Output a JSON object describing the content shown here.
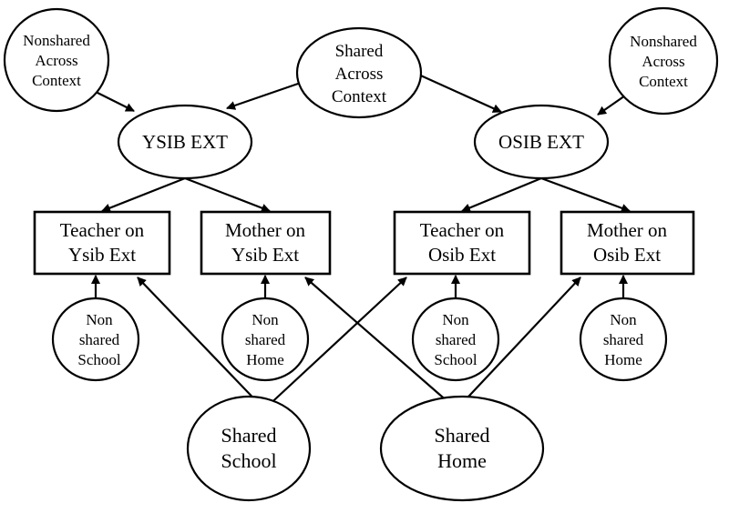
{
  "diagram": {
    "nodes": {
      "nonshared_across_left": {
        "lines": [
          "Nonshared",
          "Across",
          "Context"
        ]
      },
      "shared_across": {
        "lines": [
          "Shared",
          "Across",
          "Context"
        ]
      },
      "nonshared_across_right": {
        "lines": [
          "Nonshared",
          "Across",
          "Context"
        ]
      },
      "ysib_ext": {
        "lines": [
          "YSIB EXT"
        ]
      },
      "osib_ext": {
        "lines": [
          "OSIB EXT"
        ]
      },
      "teacher_ysib": {
        "lines": [
          "Teacher on",
          "Ysib Ext"
        ]
      },
      "mother_ysib": {
        "lines": [
          "Mother on",
          "Ysib Ext"
        ]
      },
      "teacher_osib": {
        "lines": [
          "Teacher on",
          "Osib Ext"
        ]
      },
      "mother_osib": {
        "lines": [
          "Mother on",
          "Osib Ext"
        ]
      },
      "nonshared_school_1": {
        "lines": [
          "Non",
          "shared",
          "School"
        ]
      },
      "nonshared_home_1": {
        "lines": [
          "Non",
          "shared",
          "Home"
        ]
      },
      "nonshared_school_2": {
        "lines": [
          "Non",
          "shared",
          "School"
        ]
      },
      "nonshared_home_2": {
        "lines": [
          "Non",
          "shared",
          "Home"
        ]
      },
      "shared_school": {
        "lines": [
          "Shared",
          "School"
        ]
      },
      "shared_home": {
        "lines": [
          "Shared",
          "Home"
        ]
      }
    },
    "edges": [
      {
        "from": "nonshared_across_left",
        "to": "ysib_ext"
      },
      {
        "from": "shared_across",
        "to": "ysib_ext"
      },
      {
        "from": "shared_across",
        "to": "osib_ext"
      },
      {
        "from": "nonshared_across_right",
        "to": "osib_ext"
      },
      {
        "from": "ysib_ext",
        "to": "teacher_ysib"
      },
      {
        "from": "ysib_ext",
        "to": "mother_ysib"
      },
      {
        "from": "osib_ext",
        "to": "teacher_osib"
      },
      {
        "from": "osib_ext",
        "to": "mother_osib"
      },
      {
        "from": "nonshared_school_1",
        "to": "teacher_ysib"
      },
      {
        "from": "nonshared_home_1",
        "to": "mother_ysib"
      },
      {
        "from": "nonshared_school_2",
        "to": "teacher_osib"
      },
      {
        "from": "nonshared_home_2",
        "to": "mother_osib"
      },
      {
        "from": "shared_school",
        "to": "teacher_ysib"
      },
      {
        "from": "shared_school",
        "to": "teacher_osib"
      },
      {
        "from": "shared_home",
        "to": "mother_ysib"
      },
      {
        "from": "shared_home",
        "to": "mother_osib"
      }
    ]
  }
}
